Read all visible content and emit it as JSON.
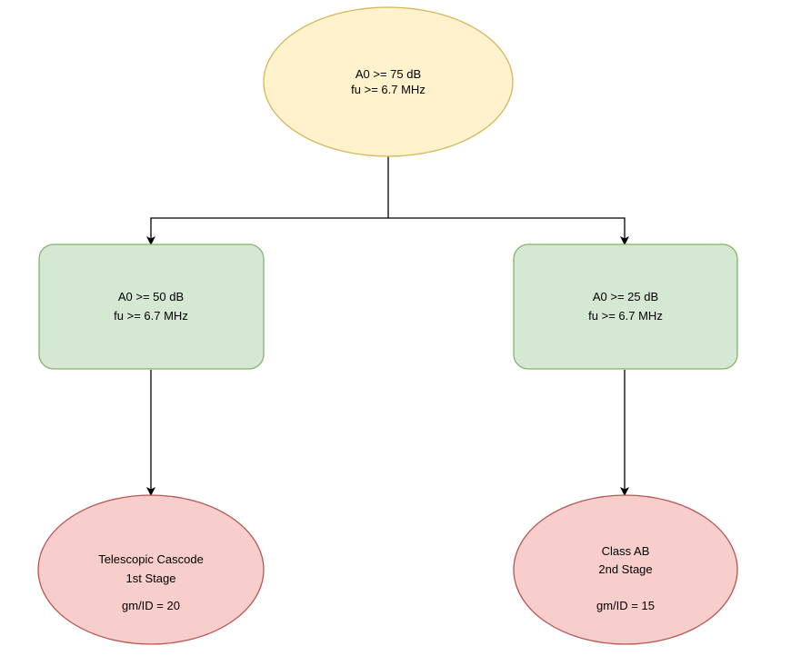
{
  "diagram": {
    "root": {
      "lines": [
        "A0 >= 75 dB",
        "fu >= 6.7 MHz"
      ],
      "fill": "#fff2cc",
      "stroke": "#d6b656"
    },
    "left_stage": {
      "lines": [
        "A0 >= 50 dB",
        "fu >= 6.7 MHz"
      ],
      "fill": "#d5e8d4",
      "stroke": "#82b366"
    },
    "right_stage": {
      "lines": [
        "A0 >= 25 dB",
        "fu >= 6.7 MHz"
      ],
      "fill": "#d5e8d4",
      "stroke": "#82b366"
    },
    "left_result": {
      "lines": [
        "Telescopic Cascode",
        "1st Stage"
      ],
      "metric": "gm/ID = 20",
      "fill": "#f8cecc",
      "stroke": "#b85450"
    },
    "right_result": {
      "lines": [
        "Class AB",
        "2nd Stage"
      ],
      "metric": "gm/ID = 15",
      "fill": "#f8cecc",
      "stroke": "#b85450"
    },
    "connector_color": "#000000"
  }
}
